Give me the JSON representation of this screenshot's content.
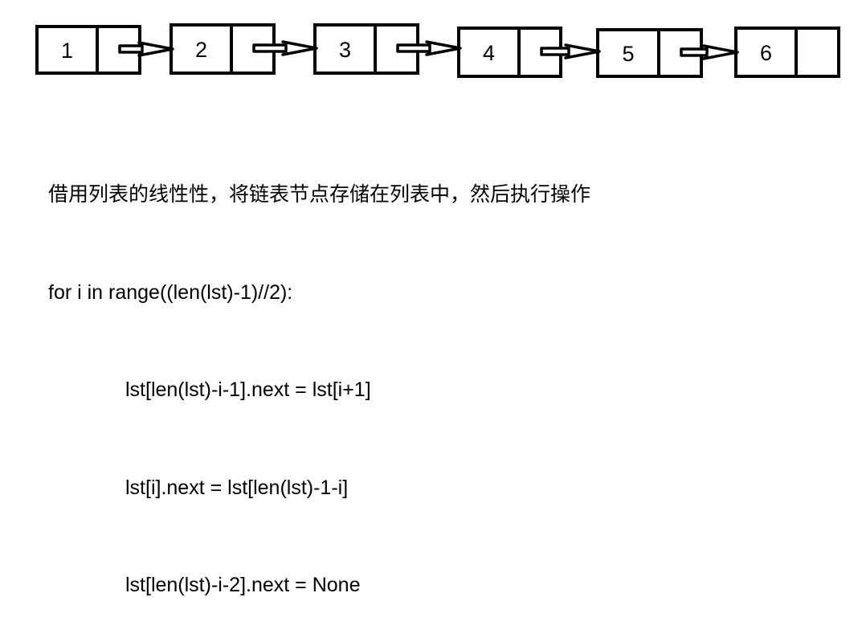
{
  "diagram": {
    "nodes": [
      "1",
      "2",
      "3",
      "4",
      "5",
      "6"
    ]
  },
  "description": "借用列表的线性性，将链表节点存储在列表中，然后执行操作",
  "code": [
    "for i in range((len(lst)-1)//2):",
    "lst[len(lst)-i-1].next = lst[i+1]",
    "lst[i].next = lst[len(lst)-1-i]",
    "lst[len(lst)-i-2].next = None"
  ]
}
